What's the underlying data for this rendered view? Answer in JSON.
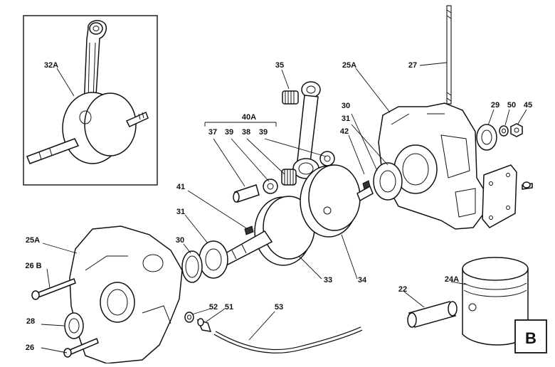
{
  "callouts": {
    "c32A": "32A",
    "c35": "35",
    "c25A_top": "25A",
    "c27": "27",
    "c30_top": "30",
    "c31_top": "31",
    "c42": "42",
    "c29": "29",
    "c50_top": "50",
    "c45": "45",
    "c40A": "40A",
    "c37": "37",
    "c39_a": "39",
    "c38": "38",
    "c39_b": "39",
    "c41": "41",
    "c31_mid": "31",
    "c30_mid": "30",
    "c25A_left": "25A",
    "c26B": "26 B",
    "c28": "28",
    "c26": "26",
    "c52": "52",
    "c51": "51",
    "c53": "53",
    "c33": "33",
    "c34": "34",
    "c22": "22",
    "c24A": "24A"
  },
  "section_badge": "B"
}
